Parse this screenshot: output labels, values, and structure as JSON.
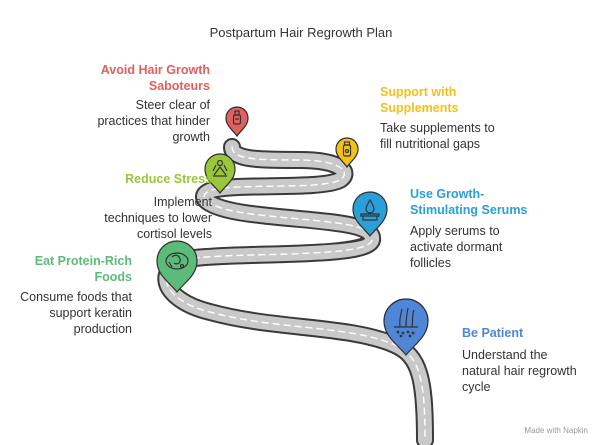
{
  "title": "Postpartum Hair Regrowth Plan",
  "colors": {
    "road": "#c9c9c9",
    "road_edge": "#3a3a3a",
    "dash": "#ffffff"
  },
  "steps": [
    {
      "key": "saboteurs",
      "heading_lines": [
        "Avoid Hair Growth",
        "Saboteurs"
      ],
      "desc_lines": [
        "Steer clear of",
        "practices that hinder",
        "growth"
      ],
      "color": "#e06060",
      "icon": "spray-bottle-icon"
    },
    {
      "key": "supplements",
      "heading_lines": [
        "Support with",
        "Supplements"
      ],
      "desc_lines": [
        "Take supplements to",
        "fill nutritional gaps"
      ],
      "color": "#f2c21a",
      "icon": "supplement-bottle-icon"
    },
    {
      "key": "stress",
      "heading_lines": [
        "Reduce Stress"
      ],
      "desc_lines": [
        "Implement",
        "techniques to lower",
        "cortisol levels"
      ],
      "color": "#9bc63a",
      "icon": "meditation-person-icon"
    },
    {
      "key": "serums",
      "heading_lines": [
        "Use Growth-",
        "Stimulating Serums"
      ],
      "desc_lines": [
        "Apply serums to",
        "activate dormant",
        "follicles"
      ],
      "color": "#2a9fd8",
      "icon": "serum-dropper-icon"
    },
    {
      "key": "protein",
      "heading_lines": [
        "Eat Protein-Rich",
        "Foods"
      ],
      "desc_lines": [
        "Consume foods that",
        "support keratin",
        "production"
      ],
      "color": "#5dbb7a",
      "icon": "protein-food-icon"
    },
    {
      "key": "patient",
      "heading_lines": [
        "Be Patient"
      ],
      "desc_lines": [
        "Understand the",
        "natural hair regrowth",
        "cycle"
      ],
      "color": "#4f86d8",
      "icon": "hair-follicle-icon"
    }
  ],
  "branding": "Made with  Napkin"
}
